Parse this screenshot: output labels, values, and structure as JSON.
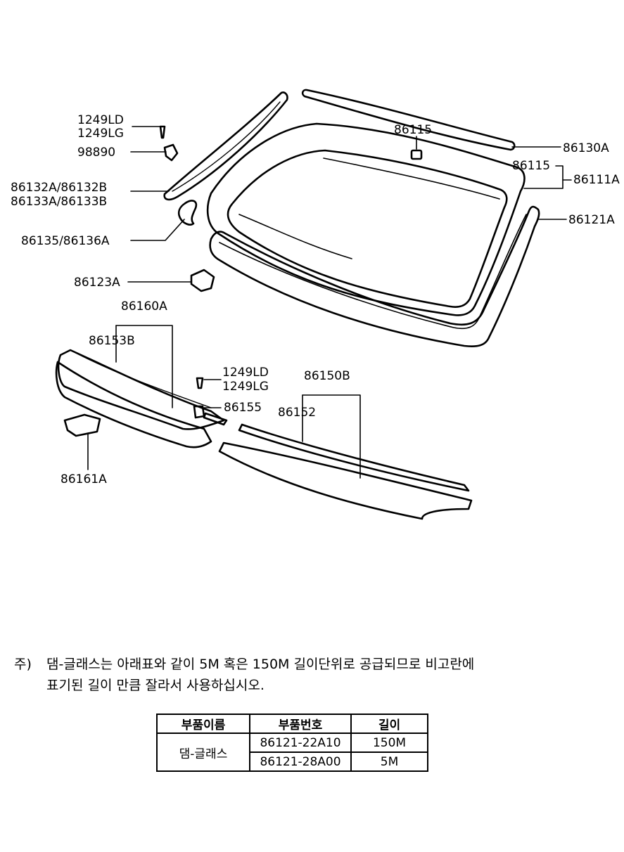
{
  "labels": {
    "l_1249ld_a": "1249LD",
    "l_1249lg_a": "1249LG",
    "l_98890": "98890",
    "l_86132": "86132A/86132B",
    "l_86133": "86133A/86133B",
    "l_86135": "86135/86136A",
    "l_86123a": "86123A",
    "l_86160a": "86160A",
    "l_86153b": "86153B",
    "l_86161a": "86161A",
    "l_86115_top": "86115",
    "l_86130a": "86130A",
    "l_86115_right": "86115",
    "l_86111a": "86111A",
    "l_86121a": "86121A",
    "l_1249ld_b": "1249LD",
    "l_1249lg_b": "1249LG",
    "l_86155": "86155",
    "l_86150b": "86150B",
    "l_86152": "86152"
  },
  "note": {
    "prefix": "주)",
    "line1": "댐-글래스는 아래표와 같이 5M 혹은 150M 길이단위로 공급되므로 비고란에",
    "line2": "표기된 길이 만큼 잘라서 사용하십시오."
  },
  "table": {
    "headers": [
      "부품이름",
      "부품번호",
      "길이"
    ],
    "part_name": "댐-글래스",
    "rows": [
      {
        "part_no": "86121-22A10",
        "length": "150M"
      },
      {
        "part_no": "86121-28A00",
        "length": "5M"
      }
    ]
  }
}
